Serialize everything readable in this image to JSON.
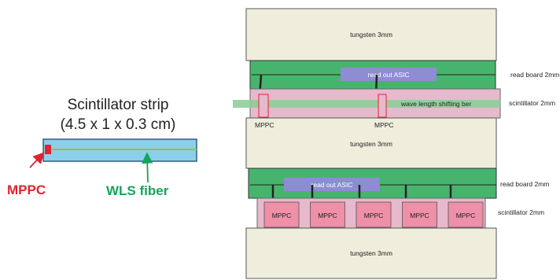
{
  "strip": {
    "title_line1": "Scintillator strip",
    "title_line2": "(4.5 x 1 x 0.3 cm)",
    "mppc_label": "MPPC",
    "wls_label": "WLS fiber"
  },
  "stack": {
    "tungsten_top": "tungsten 3mm",
    "tungsten_mid": "tungsten 3mm",
    "tungsten_bottom": "tungsten 3mm",
    "asic_top": "read out  ASIC",
    "asic_bottom": "read out  ASIC",
    "readboard_top": "read board 2mm",
    "readboard_bottom": "read board 2mm",
    "scint_top": "scintillator 2mm",
    "scint_bottom": "scintillator 2mm",
    "wls_text": "wave length shifting ber",
    "mppc_left": "MPPC",
    "mppc_right": "MPPC",
    "mppc_cells": [
      "MPPC",
      "MPPC",
      "MPPC",
      "MPPC",
      "MPPC"
    ]
  },
  "colors": {
    "tungsten": "#efeedd",
    "board": "#47b46d",
    "asic": "#8f8bd4",
    "scint": "#e7b9cd",
    "strip": "#8ccfea",
    "mppc_red": "#e0232f",
    "wls_green": "#13a55a"
  }
}
